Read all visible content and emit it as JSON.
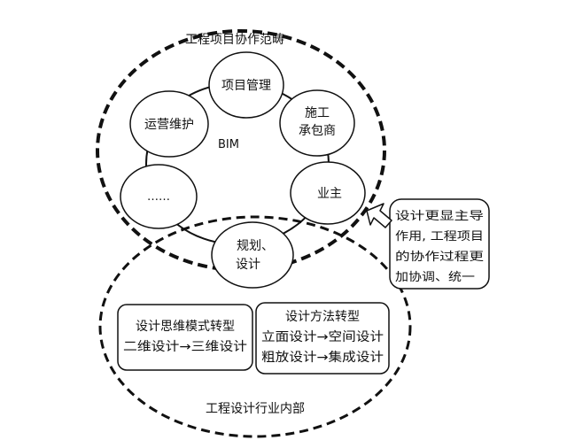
{
  "outer_top_label": "工程项目协作范畴",
  "outer_bottom_label": "工程设计行业内部",
  "center_label": "BIM",
  "nodes": {
    "project_management": "项目管理",
    "contractor_line1": "施工",
    "contractor_line2": "承包商",
    "owner": "业主",
    "planning_line1": "规划、",
    "planning_line2": "设计",
    "ellipsis": "……",
    "operation": "运营维护"
  },
  "callout": {
    "line1": "设计更显主导",
    "line2": "作用, 工程项目",
    "line3": "的协作过程更",
    "line4": "加协调、统一"
  },
  "box_left": {
    "line1": "设计思维模式转型",
    "line2": "二维设计→三维设计"
  },
  "box_right": {
    "line1": "设计方法转型",
    "line2": "立面设计→空间设计",
    "line3": "粗放设计→集成设计"
  }
}
